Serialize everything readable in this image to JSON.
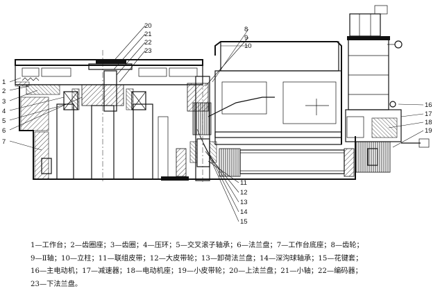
{
  "callouts": {
    "left": [
      "1",
      "2",
      "3",
      "4",
      "5",
      "6",
      "7"
    ],
    "top": [
      "20",
      "21",
      "22",
      "23"
    ],
    "upper_right": [
      "8",
      "9",
      "10"
    ],
    "right": [
      "16",
      "17",
      "18",
      "19"
    ],
    "bottom": [
      "11",
      "12",
      "13",
      "14",
      "15"
    ]
  },
  "legend": {
    "line1": "1—工作台；2—齿圈座；3—齿圈；4—压环；5—交叉滚子轴承；6—法兰盘；7—工作台底座；8—齿轮；",
    "line2": "9—Ⅱ轴；10—立柱；11—联组皮带；12—大皮带轮；13—卸荷法兰盘；14—深沟球轴承；15—花键套；",
    "line3": "16—主电动机；17—减速器；18—电动机座；19—小皮带轮；20—上法兰盘；21—小轴；22—编码器；",
    "line4": "23—下法兰盘。"
  }
}
